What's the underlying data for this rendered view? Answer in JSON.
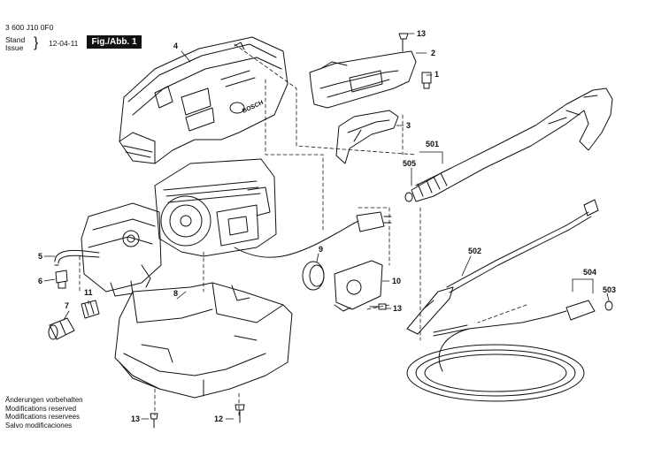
{
  "header": {
    "doc_number": "3 600 J10 0F0",
    "stand_label": "Stand",
    "issue_label": "Issue",
    "date": "12-04-11",
    "figure_label": "Fig./Abb. 1"
  },
  "notes": [
    "Änderungen vorbehalten",
    "Modifications reserved",
    "Modifications reservees",
    "Salvo modificaciones"
  ],
  "callouts": [
    "13",
    "2",
    "1",
    "3",
    "4",
    "501",
    "505",
    "9",
    "10",
    "13",
    "5",
    "6",
    "11",
    "7",
    "8",
    "502",
    "504",
    "503",
    "13",
    "12"
  ],
  "logo_text": "BOSCH"
}
